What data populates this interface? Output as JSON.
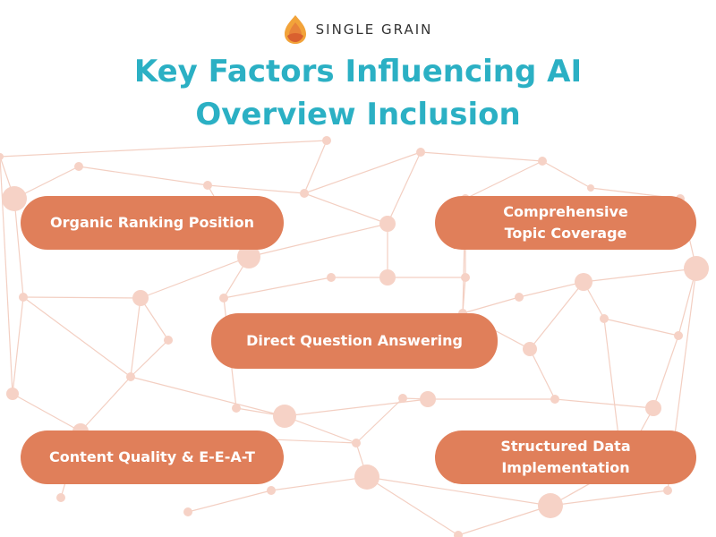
{
  "brand": {
    "name": "SINGLE GRAIN",
    "logo_icon": "flame-icon"
  },
  "title": {
    "line1": "Key Factors Influencing AI",
    "line2": "Overview Inclusion"
  },
  "factors": [
    {
      "lines": [
        "Organic Ranking Position"
      ]
    },
    {
      "lines": [
        "Comprehensive",
        "Topic Coverage"
      ]
    },
    {
      "lines": [
        "Direct Question Answering"
      ]
    },
    {
      "lines": [
        "Content Quality & E-E-A-T"
      ]
    },
    {
      "lines": [
        "Structured Data",
        "Implementation"
      ]
    }
  ],
  "colors": {
    "title": "#2bb0c4",
    "pill": "#e07f5a",
    "pill_text": "#ffffff",
    "network_node": "#f6d2c6",
    "network_line": "#f3cfc2",
    "brand_text": "#333333"
  }
}
